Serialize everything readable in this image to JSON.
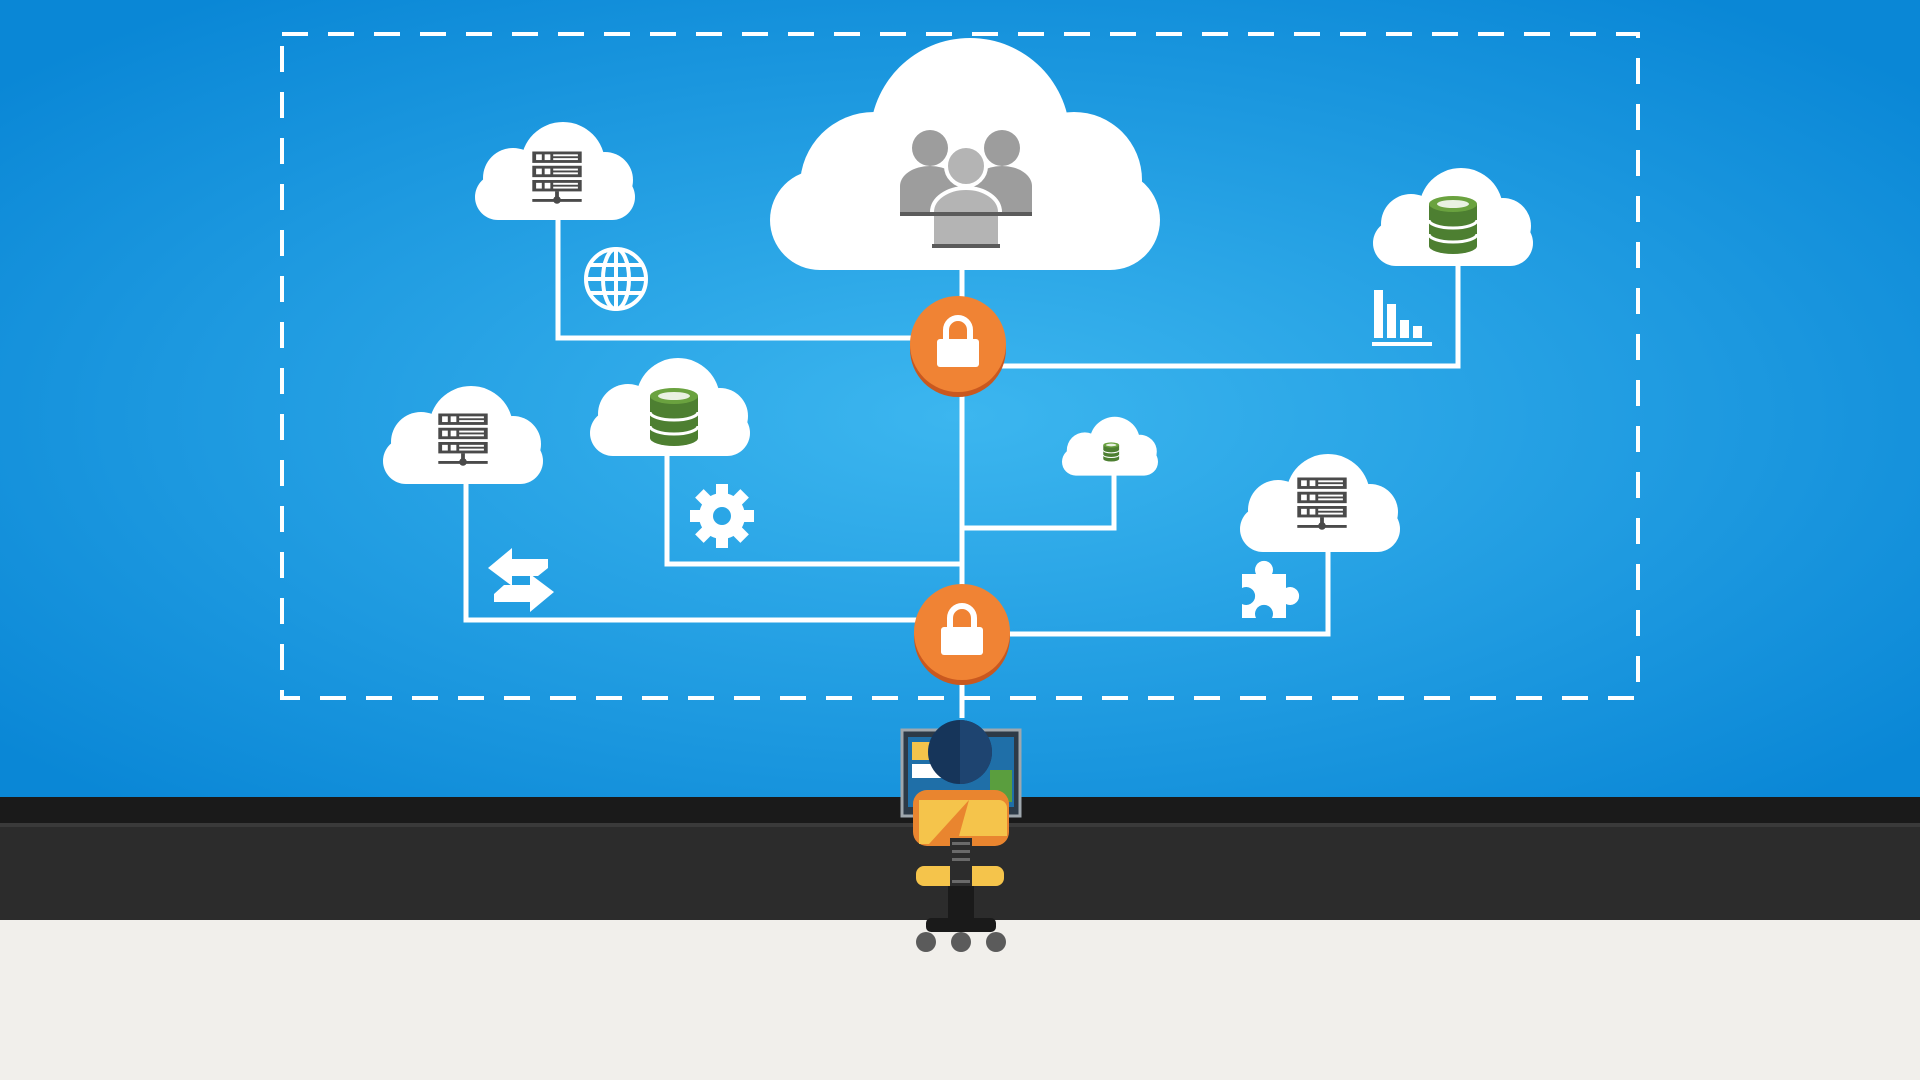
{
  "scene": {
    "caption": "",
    "colors": {
      "sky_center": "#3cb6ef",
      "sky_edge": "#0a87d6",
      "dashed_frame": "#ffffff",
      "cloud": "#ffffff",
      "connector": "#ffffff",
      "lock_badge": "#f08334",
      "lock_badge_shadow": "#c9581f",
      "server_icon": "#4a4a4a",
      "database_icon": "#4d7f31",
      "people_icon": "#9d9d9d",
      "desk": "#2c2c2c",
      "desk_top": "#1a1a1a",
      "floor": "#f1efeb",
      "chair_seat": "#f5c44b",
      "shirt": "#e9852f",
      "hair": "#16355a"
    },
    "clouds": [
      {
        "name": "central-users-cloud",
        "icon": "users-group-icon"
      },
      {
        "name": "server-cloud-top-left",
        "icon": "server-rack-icon"
      },
      {
        "name": "database-cloud-top-right",
        "icon": "database-icon"
      },
      {
        "name": "server-cloud-left",
        "icon": "server-rack-icon"
      },
      {
        "name": "database-cloud-left",
        "icon": "database-icon"
      },
      {
        "name": "database-cloud-small",
        "icon": "database-icon"
      },
      {
        "name": "server-cloud-right",
        "icon": "server-rack-icon"
      }
    ],
    "side_icons": [
      "globe-icon",
      "bar-chart-icon",
      "gear-icon",
      "sync-arrows-icon",
      "puzzle-piece-icon"
    ],
    "locks": [
      "lock-icon",
      "lock-icon"
    ],
    "figure": [
      "user-at-computer",
      "monitor",
      "office-chair"
    ]
  }
}
